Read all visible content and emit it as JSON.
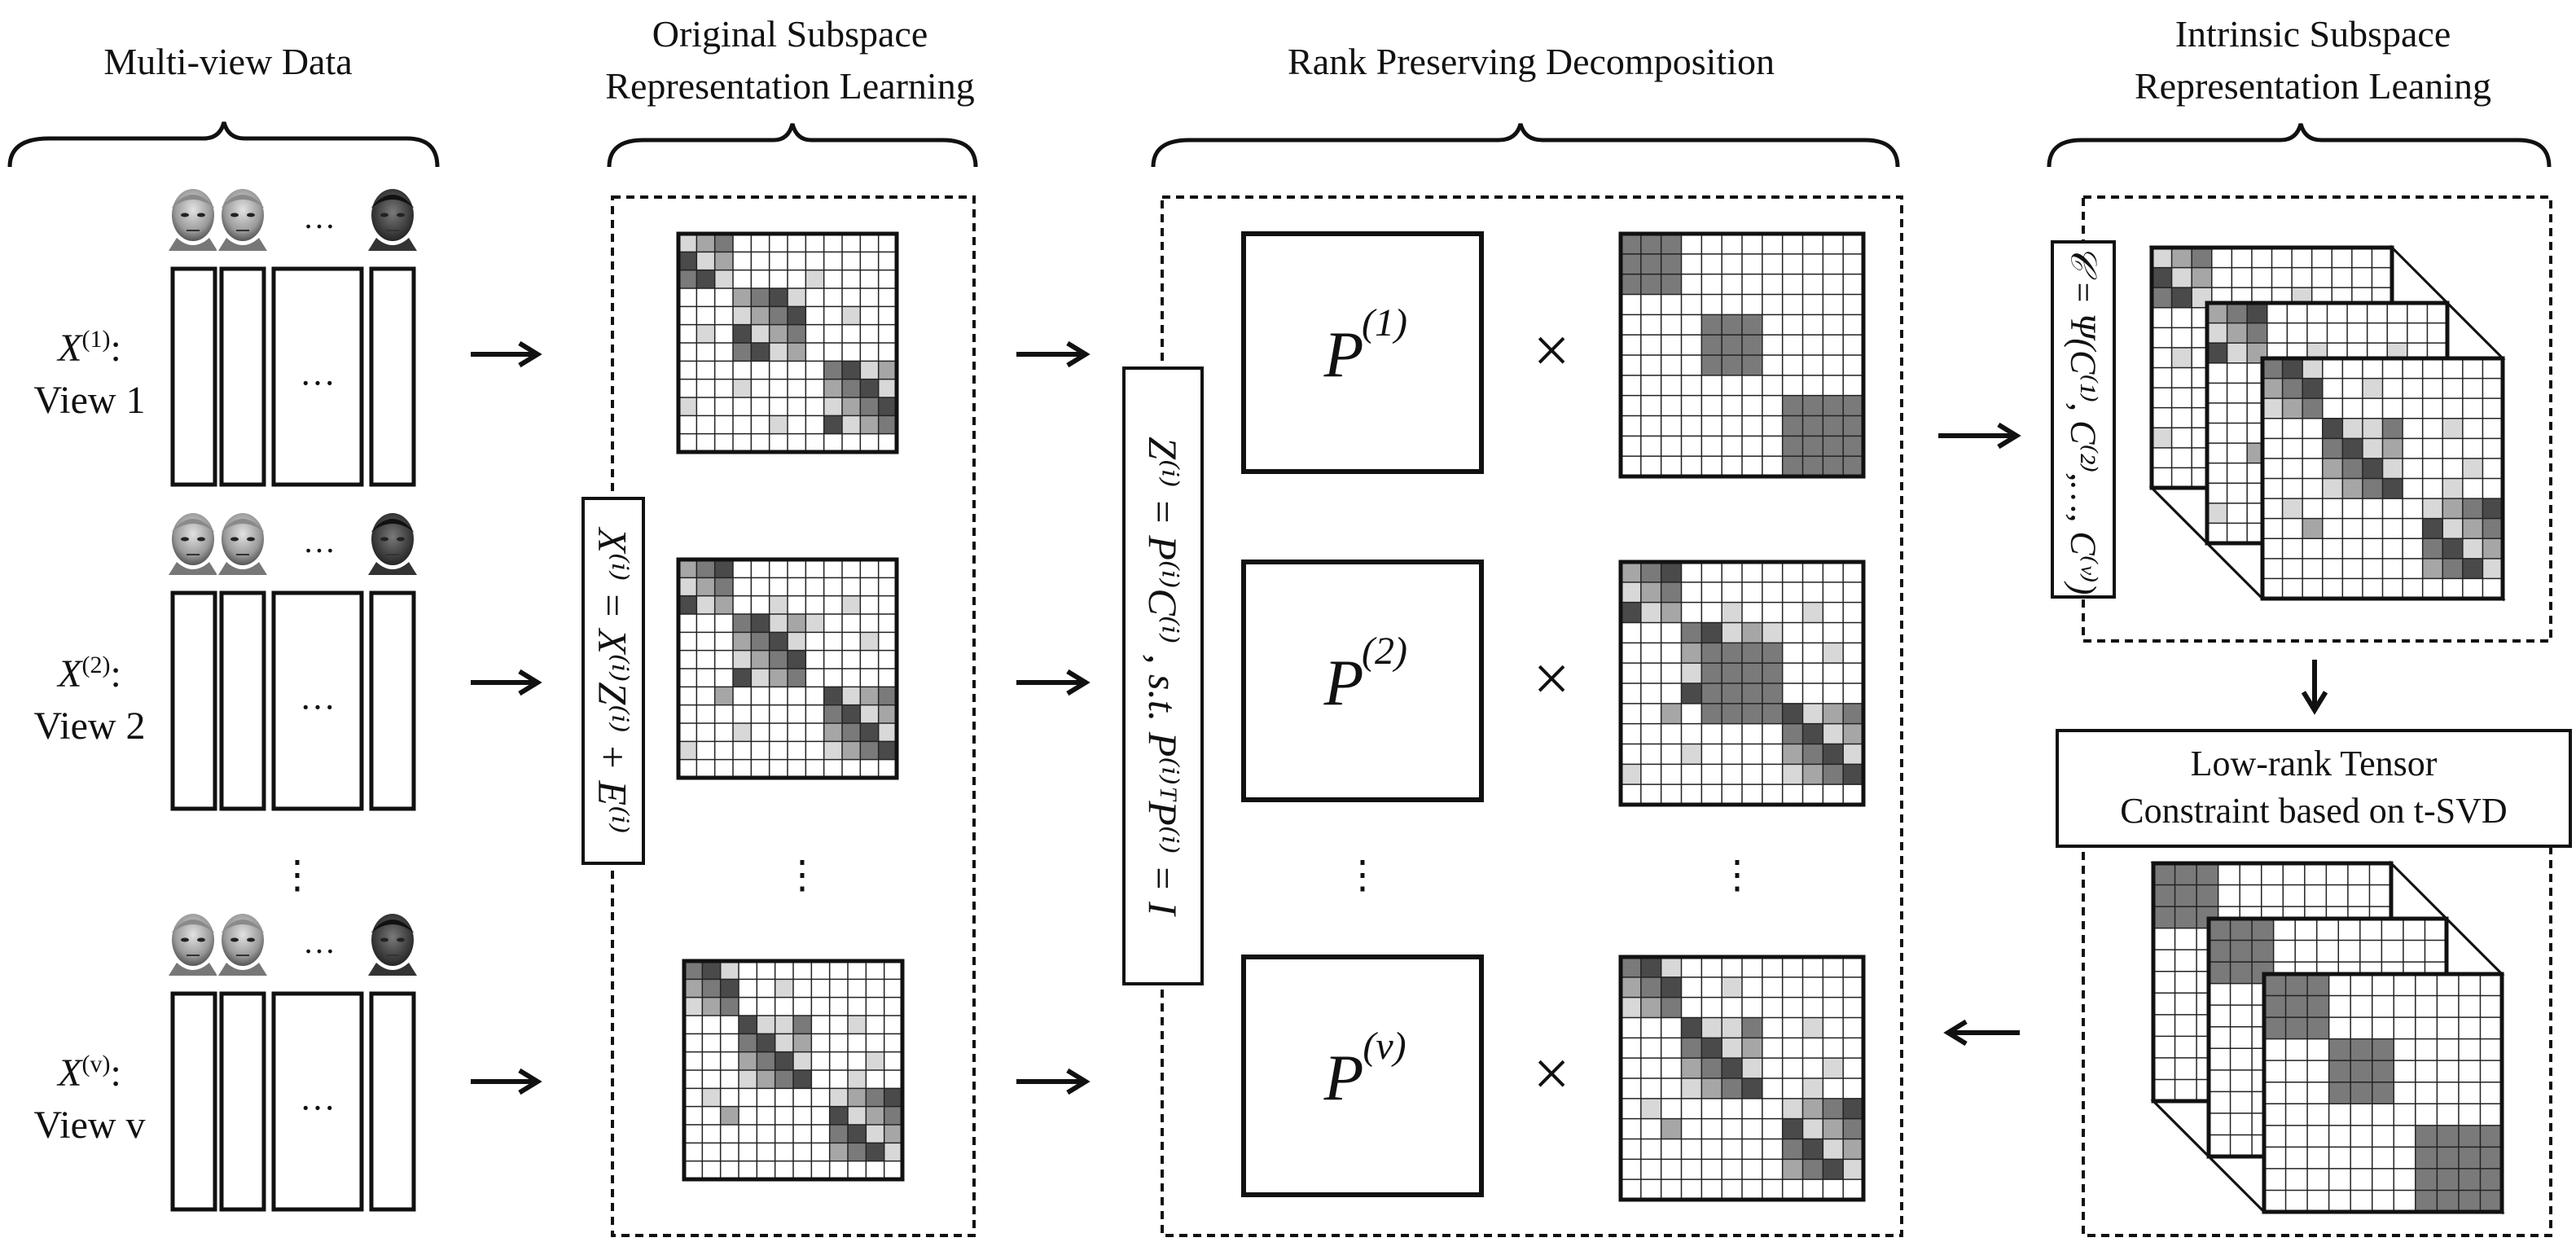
{
  "titles": {
    "multiview": "Multi-view Data",
    "original_line1": "Original Subspace",
    "original_line2": "Representation Learning",
    "rank": "Rank Preserving Decomposition",
    "intrinsic_line1": "Intrinsic Subspace",
    "intrinsic_line2": "Representation Leaning"
  },
  "views": [
    {
      "var": "X",
      "sup": "(1)",
      "name": "View 1"
    },
    {
      "var": "X",
      "sup": "(2)",
      "name": "View 2"
    },
    {
      "var": "X",
      "sup": "(v)",
      "name": "View v"
    }
  ],
  "ellipsis": "…",
  "vdots": "⋮",
  "equations": {
    "self_expression": "X⁽ⁱ⁾ = X⁽ⁱ⁾Z⁽ⁱ⁾ + E⁽ⁱ⁾",
    "decomposition": "Z⁽ⁱ⁾ = P⁽ⁱ⁾C⁽ⁱ⁾ ,  s.t.  P⁽ⁱ⁾ᵀP⁽ⁱ⁾ = I",
    "tensor": "𝒞 = Ψ(C⁽¹⁾, C⁽²⁾,…, C⁽ᵛ⁾)"
  },
  "p_labels": [
    {
      "var": "P",
      "sup": "(1)"
    },
    {
      "var": "P",
      "sup": "(2)"
    },
    {
      "var": "P",
      "sup": "(v)"
    }
  ],
  "times": "×",
  "constraint_line1": "Low-rank Tensor",
  "constraint_line2": "Constraint based on t-SVD"
}
